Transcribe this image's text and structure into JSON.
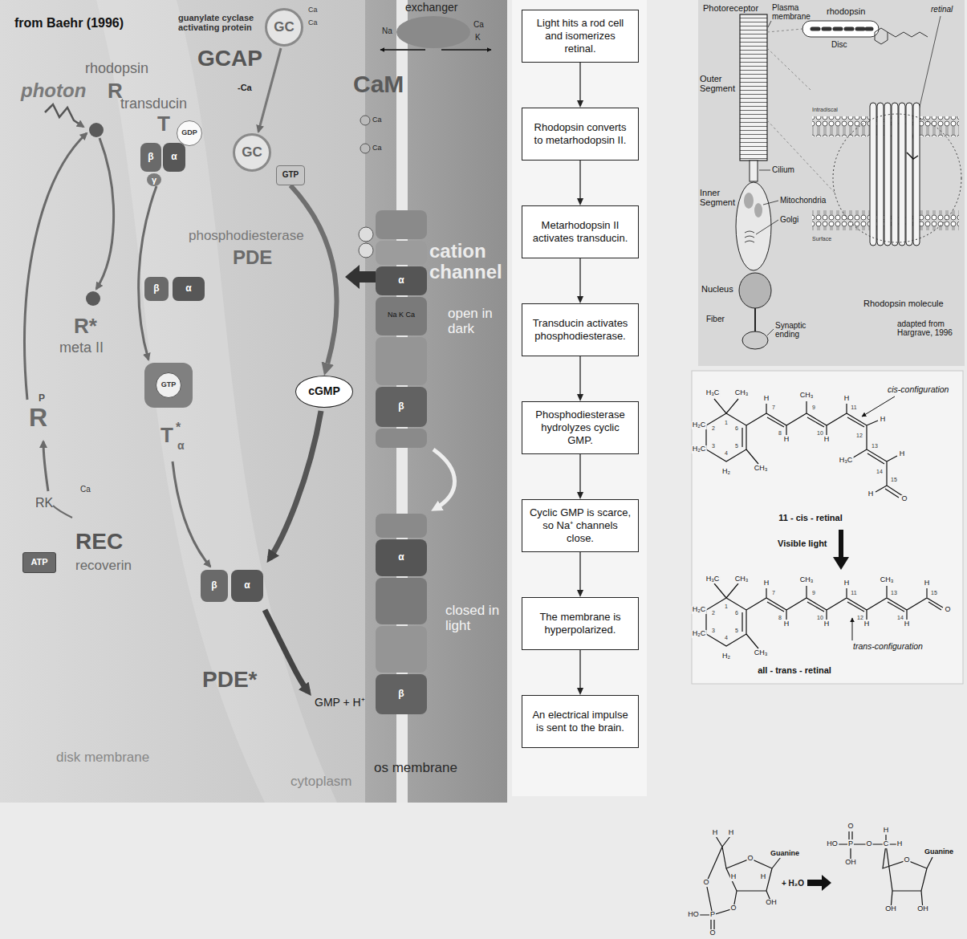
{
  "diagram": {
    "nodes": [
      {
        "text": [
          "Light hits a rod cell and isomerizes retinal."
        ]
      },
      {
        "text": [
          "Rhodopsin converts to metarhodopsin II."
        ]
      },
      {
        "text": [
          "Metarhodopsin II activates transducin."
        ]
      },
      {
        "text": [
          "Transducin activates phosphodiesterase."
        ]
      },
      {
        "text": [
          "Phosphodiesterase hydrolyzes cyclic GMP."
        ]
      },
      {
        "text": [
          "Cyclic GMP is scarce, so Na⁺ channels close."
        ]
      },
      {
        "text": [
          "The membrane is hyperpolarized."
        ]
      },
      {
        "text": [
          "An electrical impulse is sent to the brain."
        ]
      },
      {
        "text": [
          "GDP"
        ]
      },
      {
        "text": [
          "GTP"
        ]
      },
      {
        "text": [
          "ATP"
        ]
      },
      {
        "text": [
          "GC"
        ]
      },
      {
        "text": [
          "GC"
        ]
      },
      {
        "text": [
          "GTP"
        ]
      },
      {
        "text": [
          "cGMP"
        ]
      }
    ],
    "edges": [
      {
        "from": 0,
        "to": 1,
        "arrow": "to"
      },
      {
        "from": 1,
        "to": 2,
        "arrow": "to"
      },
      {
        "from": 2,
        "to": 3,
        "arrow": "to"
      },
      {
        "from": 3,
        "to": 4,
        "arrow": "to"
      },
      {
        "from": 4,
        "to": 5,
        "arrow": "to"
      },
      {
        "from": 5,
        "to": 6,
        "arrow": "to"
      },
      {
        "from": 6,
        "to": 7,
        "arrow": "to"
      },
      {
        "from": 13,
        "to": 14,
        "arrow": "to"
      }
    ],
    "labels": [
      "from Baehr (1996)",
      "photon",
      "rhodopsin",
      "R",
      "transducin",
      "T",
      "β",
      "α",
      "γ",
      "guanylate cyclase activating protein",
      "GCAP",
      "Ca",
      "Ca",
      "-Ca",
      "CaM",
      "Ca",
      "Ca",
      "exchanger",
      "Na",
      "Ca",
      "K",
      "phosphodiesterase",
      "PDE",
      "β",
      "α",
      "cation channel",
      "Na K Ca",
      "open in dark",
      "R*",
      "meta II",
      "P",
      "R",
      "T",
      "*",
      "α",
      "β",
      "α",
      "PDE*",
      "GMP + H⁺",
      "RK",
      "Ca",
      "REC",
      "recoverin",
      "α",
      "β",
      "α",
      "β",
      "closed in light",
      "disk membrane",
      "cytoplasm",
      "os membrane",
      "Photoreceptor",
      "Plasma membrane",
      "rhodopsin",
      "Disc",
      "retinal",
      "Outer Segment",
      "Cilium",
      "Inner Segment",
      "Mitochondria",
      "Golgi",
      "Nucleus",
      "Fiber",
      "Synaptic ending",
      "Intradiscal",
      "Surface",
      "Rhodopsin molecule",
      "adapted from Hargrave, 1996",
      "H₃C",
      "CH₃",
      "H₂C",
      "H₂C",
      "H₂",
      "CH₃",
      "H",
      "H",
      "CH₃",
      "H",
      "H",
      "H",
      "H₃C",
      "H",
      "H",
      "O",
      "1",
      "2",
      "3",
      "4",
      "5",
      "6",
      "7",
      "8",
      "9",
      "10",
      "11",
      "12",
      "13",
      "14",
      "15",
      "cis-configuration",
      "11 - cis - retinal",
      "Visible light",
      "H₃C",
      "CH₃",
      "H₂C",
      "H₂C",
      "H₂",
      "CH₃",
      "H",
      "H",
      "CH₃",
      "H",
      "H",
      "H",
      "CH₃",
      "H",
      "H",
      "O",
      "1",
      "2",
      "3",
      "4",
      "5",
      "6",
      "7",
      "8",
      "9",
      "10",
      "11",
      "12",
      "13",
      "14",
      "15",
      "trans-configuration",
      "all - trans - retinal",
      "H",
      "H",
      "Guanine",
      "O",
      "H",
      "H",
      "OH",
      "O",
      "O",
      "P",
      "HO",
      "O",
      "+ H₂O",
      "O",
      "HO",
      "P",
      "OH",
      "O",
      "C",
      "H",
      "H",
      "Guanine",
      "O",
      "OH",
      "OH"
    ]
  }
}
